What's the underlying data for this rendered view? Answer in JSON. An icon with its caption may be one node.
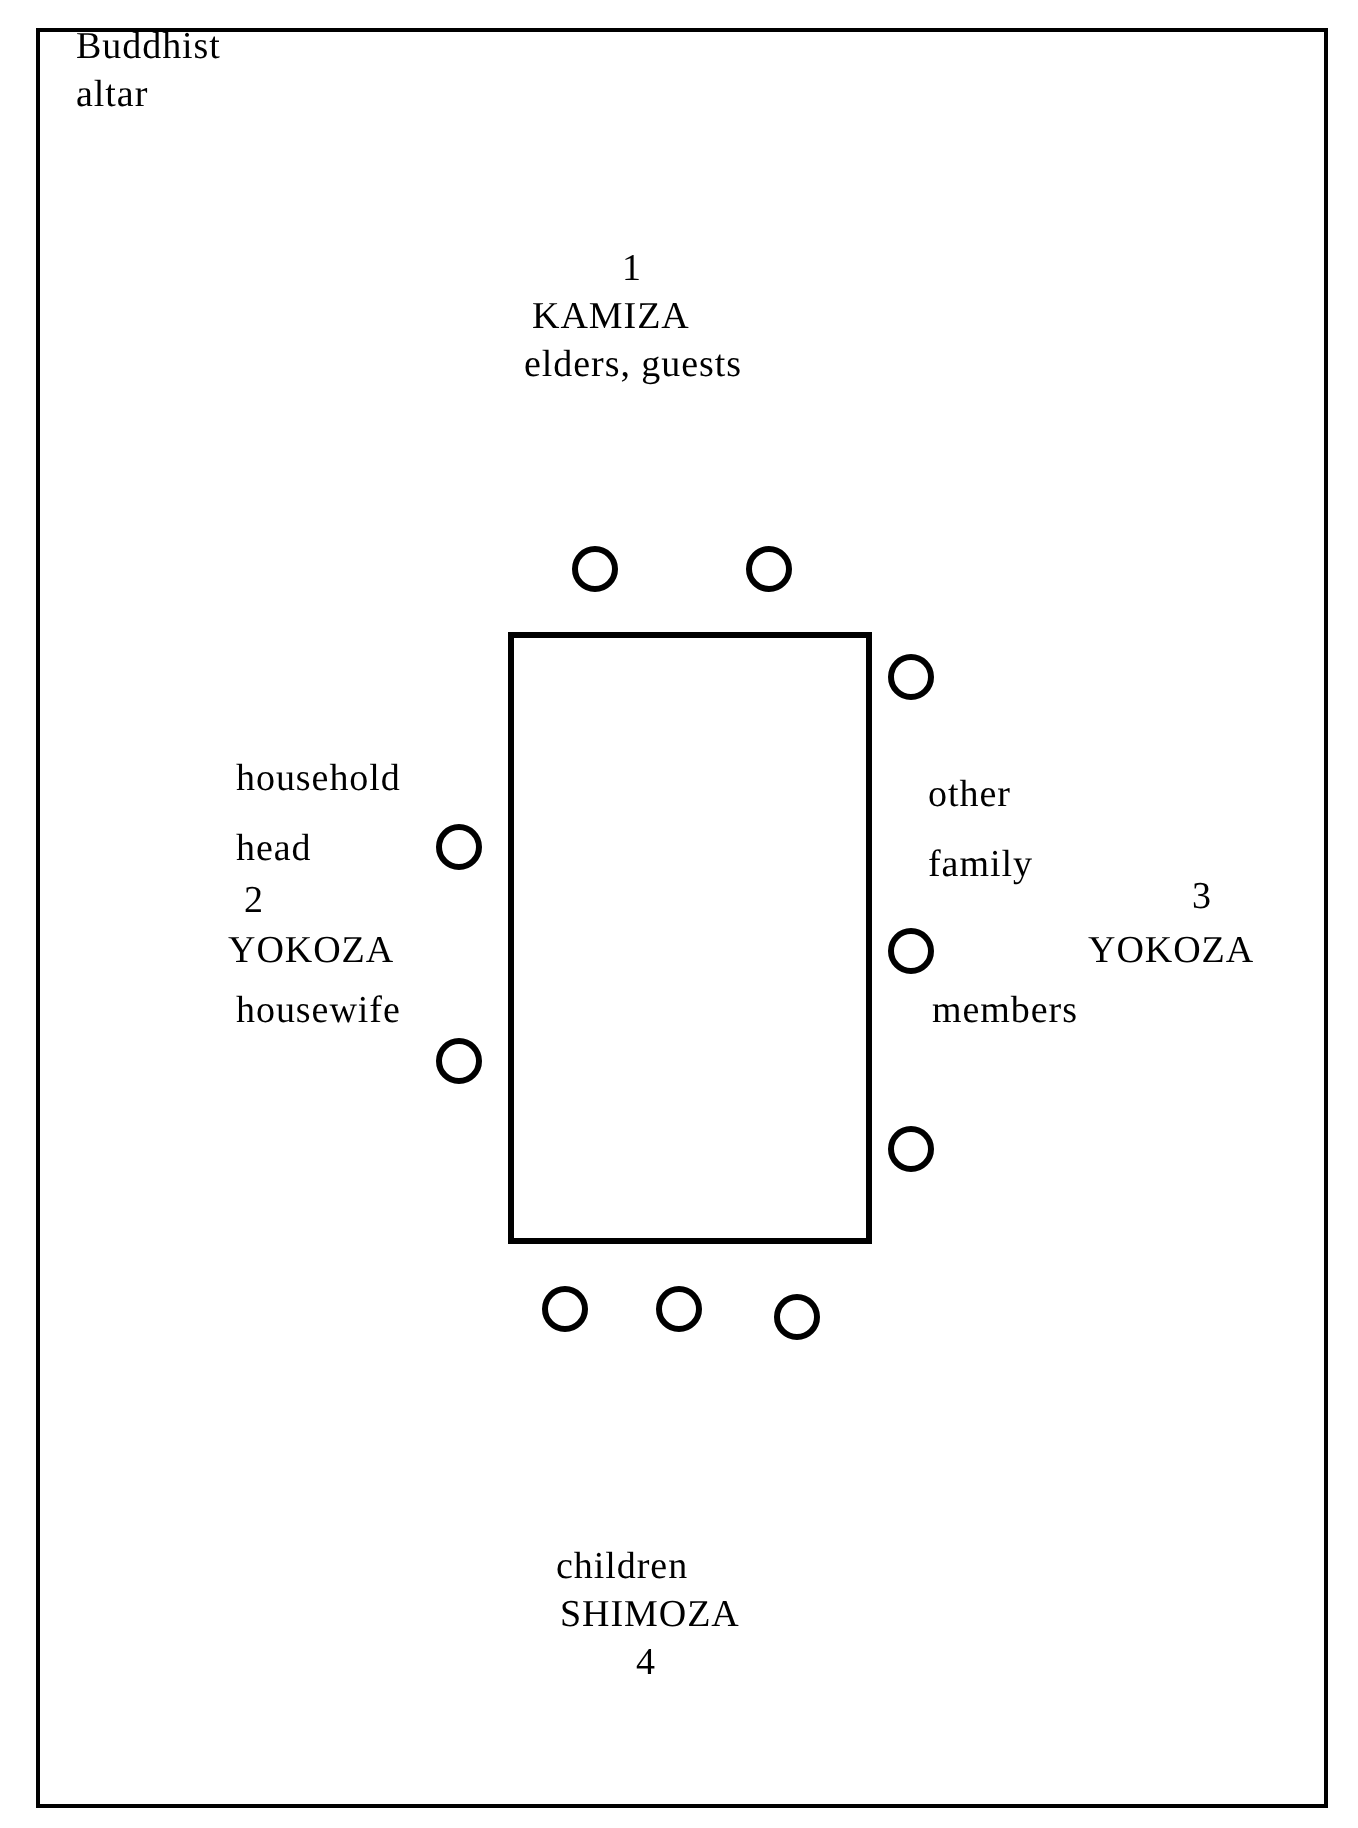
{
  "diagram": {
    "nodes": [
      {
        "text": [],
        "shape": "box"
      },
      {
        "text": [],
        "shape": "circle"
      },
      {
        "text": [],
        "shape": "circle"
      },
      {
        "text": [],
        "shape": "circle"
      },
      {
        "text": [],
        "shape": "circle"
      },
      {
        "text": [],
        "shape": "circle"
      },
      {
        "text": [],
        "shape": "circle"
      },
      {
        "text": [],
        "shape": "circle"
      },
      {
        "text": [],
        "shape": "circle"
      },
      {
        "text": [],
        "shape": "circle"
      },
      {
        "text": [],
        "shape": "circle"
      }
    ],
    "labels": [
      "Buddhist altar",
      "1",
      "KAMIZA",
      "elders, guests",
      "household head",
      "other family",
      "2",
      "3",
      "YOKOZA",
      "YOKOZA",
      "housewife",
      "members",
      "children",
      "SHIMOZA",
      "4"
    ]
  }
}
